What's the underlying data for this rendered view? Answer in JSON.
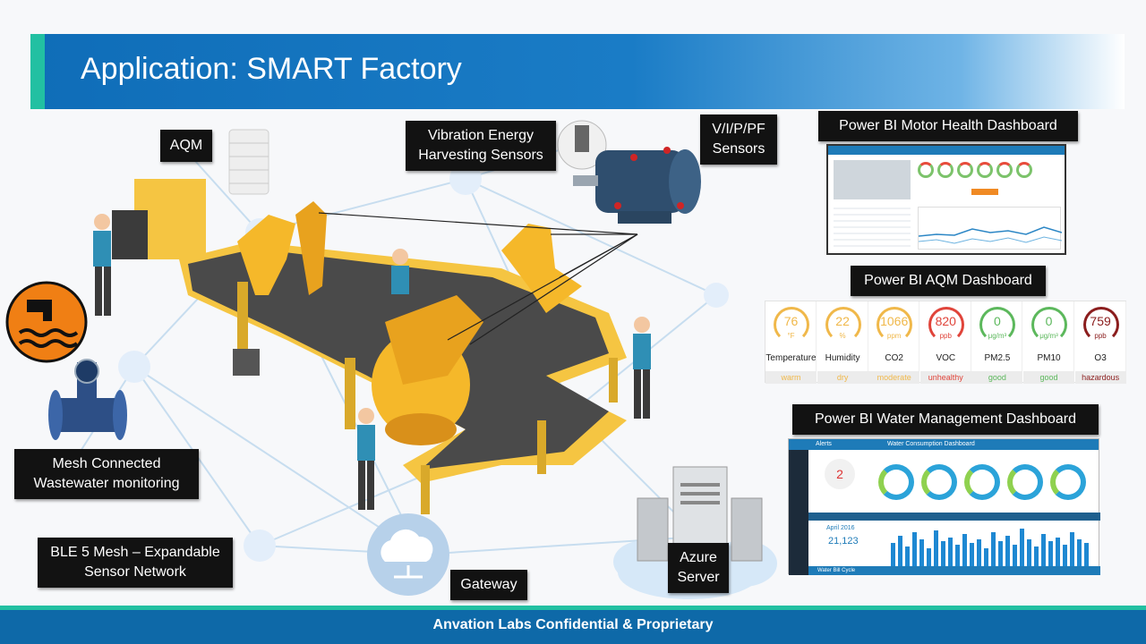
{
  "title": "Application: SMART Factory",
  "footer": "Anvation Labs Confidential & Proprietary",
  "labels": {
    "aqm": "AQM",
    "vibration": "Vibration Energy\nHarvesting Sensors",
    "vipf": "V/I/P/PF\nSensors",
    "motor_dash": "Power BI  Motor Health Dashboard",
    "aqm_dash": "Power BI AQM Dashboard",
    "water_dash": "Power BI  Water Management Dashboard",
    "wastewater": "Mesh Connected\nWastewater monitoring",
    "ble": "BLE  5 Mesh – Expandable\nSensor Network",
    "gateway": "Gateway",
    "azure": "Azure\nServer"
  },
  "aqm_dashboard": [
    {
      "value": "76",
      "unit": "°F",
      "name": "Temperature",
      "status": "warm",
      "color": "#f0b84a"
    },
    {
      "value": "22",
      "unit": "%",
      "name": "Humidity",
      "status": "dry",
      "color": "#f0b84a"
    },
    {
      "value": "1066",
      "unit": "ppm",
      "name": "CO2",
      "status": "moderate",
      "color": "#f0b84a"
    },
    {
      "value": "820",
      "unit": "ppb",
      "name": "VOC",
      "status": "unhealthy",
      "color": "#e0443a"
    },
    {
      "value": "0",
      "unit": "μg/m³",
      "name": "PM2.5",
      "status": "good",
      "color": "#5cb85c"
    },
    {
      "value": "0",
      "unit": "μg/m³",
      "name": "PM10",
      "status": "good",
      "color": "#5cb85c"
    },
    {
      "value": "759",
      "unit": "ppb",
      "name": "O3",
      "status": "hazardous",
      "color": "#8b1d1d"
    }
  ],
  "water_dashboard": {
    "header_left": "Alerts",
    "header_center": "Water Consumption Dashboard",
    "alert_count": "2",
    "big_number": "21,123",
    "month": "April 2016",
    "status_bar": "Water Bill Cycle"
  },
  "colors": {
    "title_bar": "#0f6db8",
    "accent": "#22c0a2",
    "label_bg": "#121212",
    "conveyor_yellow": "#f5c542",
    "belt": "#4a4a4a",
    "mesh_line": "#b9d6ef",
    "wastewater_badge": "#f07f14"
  }
}
